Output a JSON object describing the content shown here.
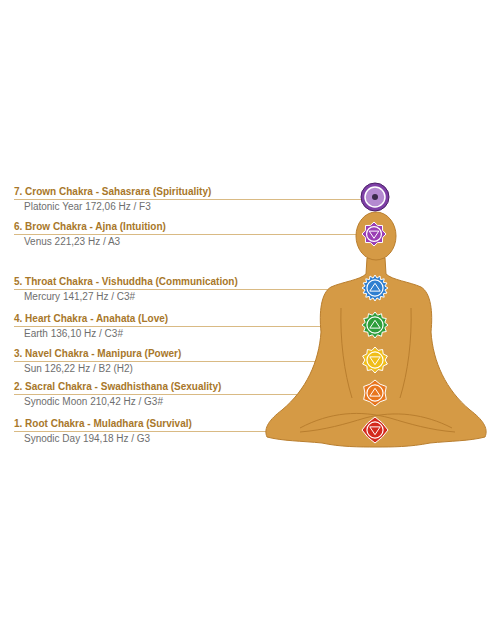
{
  "diagram": {
    "labels": [
      "7. Crown Chakra - Sahasrara (Spirituality)",
      "Platonic Year 172,06 Hz / F3",
      "6. Brow Chakra - Ajna (Intuition)",
      "Venus 221,23 Hz / A3",
      "5. Throat Chakra - Vishuddha (Communication)",
      "Mercury 141,27 Hz / C3#",
      "4. Heart Chakra - Anahata (Love)",
      "Earth 136,10 Hz / C3#",
      "3. Navel Chakra - Manipura (Power)",
      "Sun 126,22 Hz / B2 (H2)",
      "2. Sacral Chakra - Swadhisthana (Sexuality)",
      "Synodic Moon 210,42 Hz / G3#",
      "1. Root Chakra - Muladhara (Survival)",
      "Synodic Day 194,18 Hz / G3"
    ]
  }
}
